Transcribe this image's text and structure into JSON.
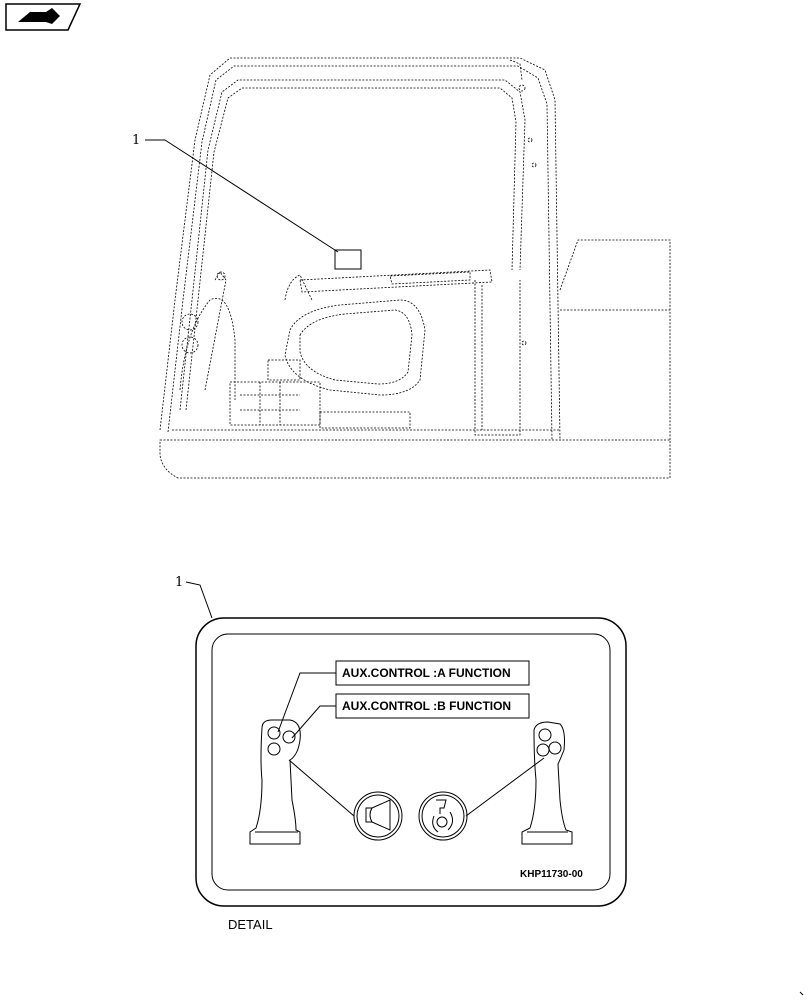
{
  "nav": {
    "icon": "next-page-arrow-icon"
  },
  "callouts": {
    "top": "1",
    "detail": "1"
  },
  "decal": {
    "label_a": "AUX.CONTROL :A FUNCTION",
    "label_b": "AUX.CONTROL :B FUNCTION",
    "part_number": "KHP11730-00",
    "icons": [
      "horn-icon",
      "auxiliary-hydraulic-icon"
    ]
  },
  "detail_caption": "DETAIL"
}
